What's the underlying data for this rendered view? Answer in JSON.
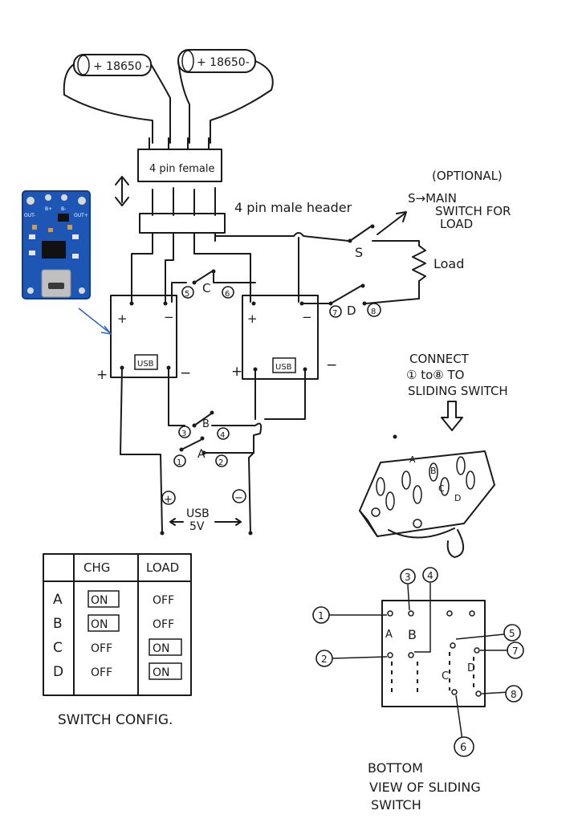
{
  "batteries": [
    {
      "label": "+ 18650 -"
    },
    {
      "label": "+ 18650-"
    }
  ],
  "female_header_label": "4 pin female",
  "male_header_label": "4 pin male header",
  "optional_note": "(OPTIONAL)",
  "main_switch_note": [
    "S→MAIN",
    "SWITCH FOR",
    "LOAD"
  ],
  "switch_s_label": "S",
  "load_label": "Load",
  "module_usb_label": "USB",
  "usb_supply": {
    "title": "USB",
    "voltage": "5V",
    "plus": "+",
    "minus": "−"
  },
  "connect_note": [
    "CONNECT",
    "① to⑧ TO",
    "SLIDING SWITCH"
  ],
  "switch_letters": [
    "A",
    "B",
    "C",
    "D"
  ],
  "terminal_numbers": [
    "1",
    "2",
    "3",
    "4",
    "5",
    "6",
    "7",
    "8"
  ],
  "polarity": {
    "plus": "+",
    "minus": "−"
  },
  "switch_table": {
    "headers": [
      "CHG",
      "LOAD"
    ],
    "rows": [
      {
        "sw": "A",
        "chg": "ON",
        "load": "OFF",
        "chg_boxed": true,
        "load_boxed": false
      },
      {
        "sw": "B",
        "chg": "ON",
        "load": "OFF",
        "chg_boxed": true,
        "load_boxed": false
      },
      {
        "sw": "C",
        "chg": "OFF",
        "load": "ON",
        "chg_boxed": false,
        "load_boxed": true
      },
      {
        "sw": "D",
        "chg": "OFF",
        "load": "ON",
        "chg_boxed": false,
        "load_boxed": true
      }
    ]
  },
  "switch_config_title": "SWITCH CONFIG.",
  "bottom_view_title": [
    "BOTTOM",
    "VIEW OF SLIDING",
    "SWITCH"
  ],
  "pcb_labels": {
    "out_minus": "OUT-",
    "b_plus": "B+",
    "b_minus": "B-",
    "out_plus": "OUT+"
  }
}
